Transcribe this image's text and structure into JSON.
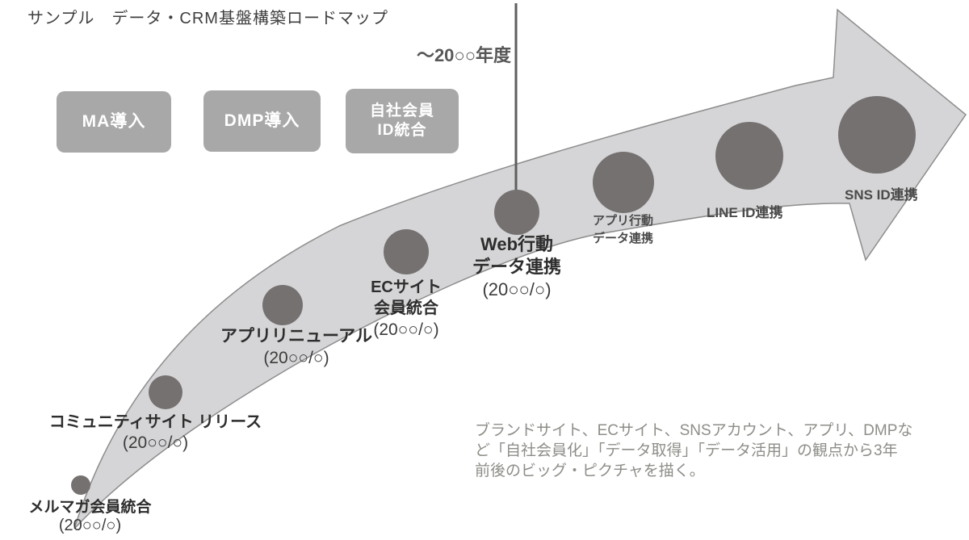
{
  "title": "サンプル　データ・CRM基盤構築ロードマップ",
  "year_marker": "～20○○年度",
  "phase_boxes": [
    {
      "line1": "MA導入"
    },
    {
      "line1": "DMP導入"
    },
    {
      "line1": "自社会員",
      "line2": "ID統合"
    }
  ],
  "milestones": [
    {
      "line1": "メルマガ会員統合",
      "date": "(20○○/○)"
    },
    {
      "line1": "コミュニティサイト リリース",
      "date": "(20○○/○)"
    },
    {
      "line1": "アプリリニューアル",
      "date": "(20○○/○)"
    },
    {
      "line1": "ECサイト",
      "line2": "会員統合",
      "date": "(20○○/○)"
    },
    {
      "line1": "Web行動",
      "line2": "データ連携",
      "date": "(20○○/○)"
    },
    {
      "line1": "アプリ行動",
      "line2": "データ連携"
    },
    {
      "line1": "LINE ID連携"
    },
    {
      "line1": "SNS ID連携"
    }
  ],
  "note_lines": [
    "ブランドサイト、ECサイト、SNSアカウント、アプリ、DMPな",
    "ど「自社会員化」「データ取得」「データ活用」の観点から3年",
    "前後のビッグ・ピクチャを描く。"
  ],
  "colors": {
    "arrow_body": "#d5d5d7",
    "arrow_outline": "#8d8d8d",
    "milestone_dot": "#757170",
    "phase_box": "#a8a8a8",
    "phase_box_text": "#ffffff",
    "year_line": "#5e5e5e",
    "label_text": "#2d2d2d",
    "small_label_text": "#4a4a4a",
    "note_text": "#8d8d88"
  }
}
